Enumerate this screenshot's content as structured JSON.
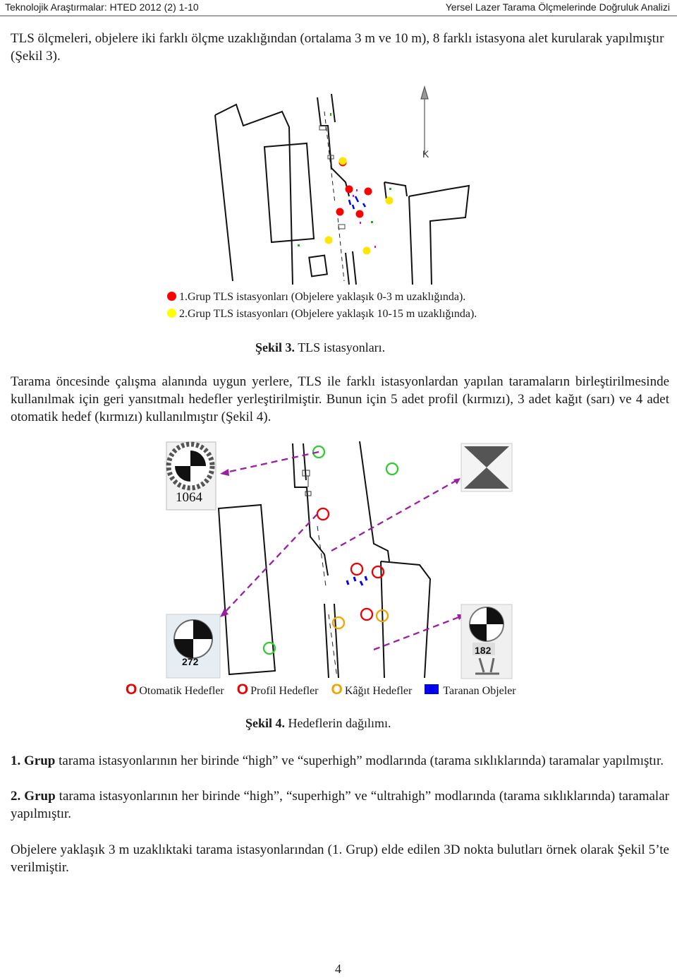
{
  "header": {
    "left": "Teknolojik Araştırmalar: HTED 2012 (2) 1-10",
    "right": "Yersel Lazer Tarama Ölçmelerinde Doğruluk Analizi"
  },
  "paragraphs": {
    "p1": "TLS ölçmeleri, objelere iki farklı ölçme uzaklığından (ortalama 3 m ve 10 m), 8 farklı istasyona alet kurularak yapılmıştır (Şekil 3).",
    "p2": "Tarama öncesinde çalışma alanında uygun yerlere, TLS ile farklı istasyonlardan yapılan taramaların birleştirilmesinde kullanılmak için geri yansıtmalı hedefler yerleştirilmiştir. Bunun için 5 adet profil (kırmızı), 3 adet kağıt (sarı) ve 4 adet otomatik hedef (kırmızı) kullanılmıştır (Şekil 4).",
    "p3_bold": "1. Grup",
    "p3_rest": " tarama istasyonlarının her birinde “high” ve “superhigh” modlarında (tarama sıklıklarında) taramalar yapılmıştır.",
    "p4_bold": "2. Grup",
    "p4_rest": " tarama istasyonlarının her birinde “high”, “superhigh” ve “ultrahigh” modlarında (tarama sıklıklarında) taramalar yapılmıştır.",
    "p5": "Objelere yaklaşık 3 m uzaklıktaki tarama istasyonlarından (1. Grup) elde edilen 3D nokta bulutları örnek olarak Şekil 5’te verilmiştir."
  },
  "figure3": {
    "north_label": "K",
    "legend": [
      {
        "text": "1.Grup TLS istasyonları (Objelere yaklaşık 0-3 m uzaklığında).",
        "color": "#ff0000"
      },
      {
        "text": "2.Grup TLS istasyonları (Objelere yaklaşık 10-15 m uzaklığında).",
        "color": "#ffff00"
      }
    ],
    "caption_bold": "Şekil 3.",
    "caption_text": " TLS istasyonları."
  },
  "figure4": {
    "target_labels": [
      "1064",
      "272",
      "182"
    ],
    "legend": [
      {
        "text": "Otomatik Hedefler",
        "symbol": "O",
        "color": "#ee0000"
      },
      {
        "text": "Profil Hedefler",
        "symbol": "O",
        "color": "#ee0000"
      },
      {
        "text": "Kâğıt Hedefler",
        "symbol": "O",
        "color": "#f2a300"
      },
      {
        "text": "Taranan Objeler",
        "symbol": "square",
        "color": "#0000ee"
      }
    ],
    "caption_bold": "Şekil 4.",
    "caption_text": " Hedeflerin dağılımı."
  },
  "page_number": "4"
}
